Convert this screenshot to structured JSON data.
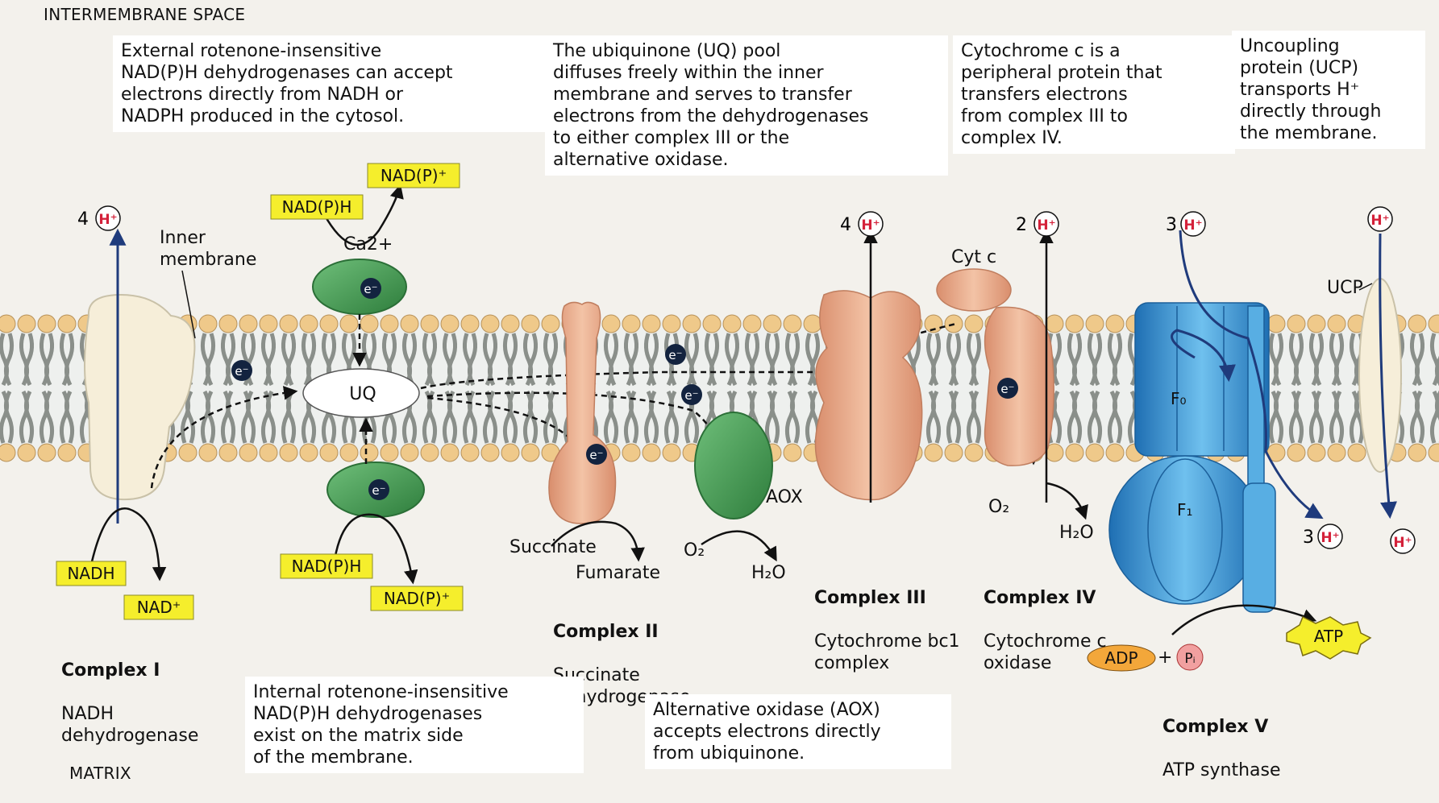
{
  "regions": {
    "top": "INTERMEMBRANE SPACE",
    "bottom": "MATRIX"
  },
  "notes": {
    "external_ndh": "External rotenone-insensitive\nNAD(P)H dehydrogenases can accept\nelectrons directly from NADH or\nNADPH produced in the cytosol.",
    "uq_pool": "The ubiquinone (UQ) pool\ndiffuses freely within the inner\nmembrane and serves to transfer\nelectrons from the dehydrogenases\nto either complex III or the\nalternative oxidase.",
    "cyt_c": "Cytochrome c is a\nperipheral protein that\ntransfers electrons\nfrom complex III to\ncomplex IV.",
    "ucp": "Uncoupling\nprotein (UCP)\ntransports H⁺\ndirectly through\nthe membrane.",
    "internal_ndh": "Internal rotenone-insensitive\nNAD(P)H dehydrogenases\nexist on the matrix side\nof the membrane.",
    "aox": "Alternative oxidase (AOX)\naccepts electrons directly\nfrom ubiquinone."
  },
  "labels": {
    "inner_membrane": "Inner\nmembrane",
    "uq": "UQ",
    "ca": "Ca2+",
    "e": "e⁻",
    "cyt_c": "Cyt c",
    "ucp": "UCP",
    "aox": "AOX",
    "fo": "F₀",
    "f1": "F₁",
    "succinate": "Succinate",
    "fumarate": "Fumarate",
    "o2": "O₂",
    "h2o": "H₂O",
    "h_plus": "H⁺",
    "plus": "+",
    "pi": "Pᵢ"
  },
  "proton_counts": {
    "complex1": "4",
    "complex3": "4",
    "complex4": "2",
    "complex5_top": "3",
    "complex5_bottom": "3"
  },
  "yellow_labels": {
    "nadh": "NADH",
    "nad_plus": "NAD⁺",
    "ext_nadph": "NAD(P)H",
    "ext_nadp": "NAD(P)⁺",
    "int_nadph": "NAD(P)H",
    "int_nadp": "NAD(P)⁺",
    "adp": "ADP",
    "atp": "ATP"
  },
  "complexes": {
    "c1_title": "Complex I",
    "c1_name": "NADH\ndehydrogenase",
    "c2_title": "Complex II",
    "c2_name": "Succinate\ndehydrogenase",
    "c3_title": "Complex III",
    "c3_name": "Cytochrome bc1\ncomplex",
    "c4_title": "Complex IV",
    "c4_name": "Cytochrome c\noxidase",
    "c5_title": "Complex V",
    "c5_name": "ATP synthase"
  },
  "colors": {
    "membrane_head": "#efc98a",
    "membrane_tail": "#8a8f8a",
    "complex_peach": "#e7ad8d",
    "complex1_fill": "#f4ecd8",
    "green_protein": "#3f9a4e",
    "blue_atp": "#3d9ad6",
    "proton_red": "#d4213a",
    "label_yellow": "#f5ee2c",
    "arrow_blue": "#1f3b7c",
    "adp_orange": "#f3a73a",
    "pi_pink": "#f1a0a0"
  }
}
